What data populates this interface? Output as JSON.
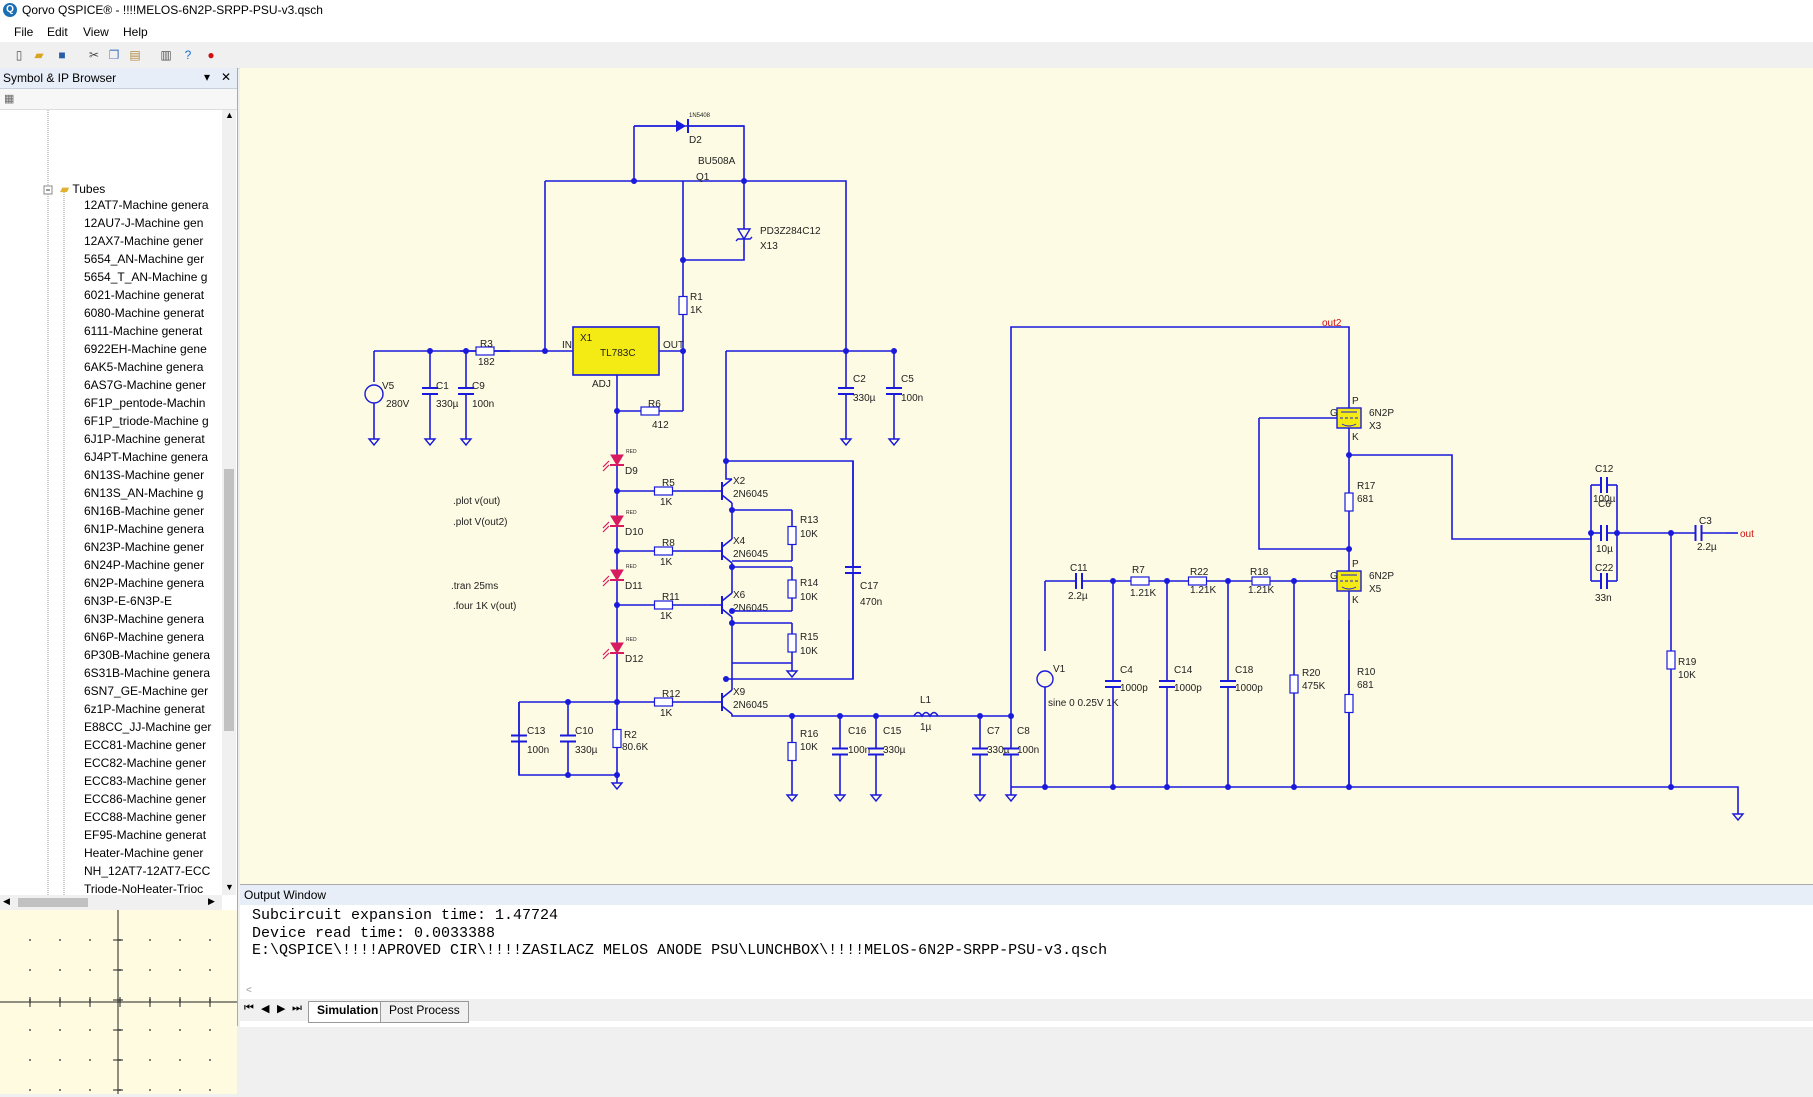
{
  "window": {
    "title": "Qorvo QSPICE® - !!!!MELOS-6N2P-SRPP-PSU-v3.qsch"
  },
  "menu": {
    "file": "File",
    "edit": "Edit",
    "view": "View",
    "help": "Help"
  },
  "toolbar": {
    "icons": [
      "new-icon",
      "open-icon",
      "save-icon",
      "cut-icon",
      "copy-icon",
      "paste-icon",
      "print-icon",
      "help-icon",
      "stop-icon"
    ]
  },
  "sidebar": {
    "title": "Symbol & IP Browser",
    "folder": "Tubes",
    "items": [
      "12AT7-Machine genera",
      "12AU7-J-Machine gen",
      "12AX7-Machine gener",
      "5654_AN-Machine ger",
      "5654_T_AN-Machine g",
      "6021-Machine generat",
      "6080-Machine generat",
      "6111-Machine generat",
      "6922EH-Machine gene",
      "6AK5-Machine genera",
      "6AS7G-Machine gener",
      "6F1P_pentode-Machin",
      "6F1P_triode-Machine g",
      "6J1P-Machine generat",
      "6J4PT-Machine genera",
      "6N13S-Machine gener",
      "6N13S_AN-Machine g",
      "6N16B-Machine gener",
      "6N1P-Machine genera",
      "6N23P-Machine gener",
      "6N24P-Machine gener",
      "6N2P-Machine genera",
      "6N3P-E-6N3P-E",
      "6N3P-Machine genera",
      "6N6P-Machine genera",
      "6P30B-Machine genera",
      "6S31B-Machine genera",
      "6SN7_GE-Machine ger",
      "6z1P-Machine generat",
      "E88CC_JJ-Machine ger",
      "ECC81-Machine gener",
      "ECC82-Machine gener",
      "ECC83-Machine gener",
      "ECC86-Machine gener",
      "ECC88-Machine gener",
      "EF95-Machine generat",
      "Heater-Machine gener",
      "NH_12AT7-12AT7-ECC",
      "Triode-NoHeater-Trioc"
    ]
  },
  "schematic": {
    "directives": [
      ".plot v(out)",
      ".plot V(out2)",
      ".tran 25ms",
      ".four 1K v(out)"
    ],
    "labels": {
      "d2": "D2",
      "d2_part": "1N5408",
      "q1_part": "BU508A",
      "q1": "Q1",
      "x13_part": "PD3Z284C12",
      "x13": "X13",
      "r1": "R1",
      "r1v": "1K",
      "r3": "R3",
      "r3v": "182",
      "in": "IN",
      "out_pin": "OUT",
      "adj": "ADJ",
      "x1": "X1",
      "x1_part": "TL783C",
      "r6": "R6",
      "r6v": "412",
      "v5": "V5",
      "v5v": "280V",
      "c1": "C1",
      "c1v": "330µ",
      "c9": "C9",
      "c9v": "100n",
      "c2": "C2",
      "c2v": "330µ",
      "c5": "C5",
      "c5v": "100n",
      "d9": "D9",
      "d10": "D10",
      "d11": "D11",
      "d12": "D12",
      "led": "RED",
      "r5": "R5",
      "r5v": "1K",
      "r8": "R8",
      "r8v": "1K",
      "r11": "R11",
      "r11v": "1K",
      "r12": "R12",
      "r12v": "1K",
      "x2": "X2",
      "x4": "X4",
      "x6": "X6",
      "x9": "X9",
      "npn": "2N6045",
      "r13": "R13",
      "r13v": "10K",
      "r14": "R14",
      "r14v": "10K",
      "r15": "R15",
      "r15v": "10K",
      "c17": "C17",
      "c17v": "470n",
      "c13": "C13",
      "c13v": "100n",
      "c10": "C10",
      "c10v": "330µ",
      "r2": "R2",
      "r2v": "80.6K",
      "r16": "R16",
      "r16v": "10K",
      "c16": "C16",
      "c16v": "100n",
      "c15": "C15",
      "c15v": "330µ",
      "l1": "L1",
      "l1v": "1µ",
      "c7": "C7",
      "c7v": "330µ",
      "c8": "C8",
      "c8v": "100n",
      "out2": "out2",
      "tube": "6N2P",
      "x3": "X3",
      "x5": "X5",
      "p": "P",
      "g": "G",
      "k": "K",
      "r17": "R17",
      "r17v": "681",
      "r10": "R10",
      "r10v": "681",
      "c11": "C11",
      "c11v": "2.2µ",
      "r7": "R7",
      "r7v": "1.21K",
      "r22": "R22",
      "r22v": "1.21K",
      "r18": "R18",
      "r18v": "1.21K",
      "v1": "V1",
      "v1v": "sine 0 0.25V 1K",
      "c4": "C4",
      "c4v": "1000p",
      "c14": "C14",
      "c14v": "1000p",
      "c18": "C18",
      "c18v": "1000p",
      "r20": "R20",
      "r20v": "475K",
      "c12": "C12",
      "c12v": "100µ",
      "c6": "C6",
      "c6v": "10µ",
      "c22": "C22",
      "c22v": "33n",
      "c3": "C3",
      "c3v": "2.2µ",
      "out": "out",
      "r19": "R19",
      "r19v": "10K"
    }
  },
  "output": {
    "title": "Output Window",
    "lines": [
      "Subcircuit expansion time: 1.47724",
      "Device read time: 0.0033388",
      "E:\\QSPICE\\!!!!APROVED CIR\\!!!!ZASILACZ MELOS ANODE PSU\\LUNCHBOX\\!!!!MELOS-6N2P-SRPP-PSU-v3.qsch"
    ],
    "tabs": [
      "Simulation",
      "Post Process"
    ]
  },
  "colors": {
    "wire": "#1a1adc",
    "canvas": "#fdfbe3",
    "component_fill": "#f5eb14",
    "led": "#d81b60",
    "label": "#222222",
    "net_label": "#d01010"
  }
}
